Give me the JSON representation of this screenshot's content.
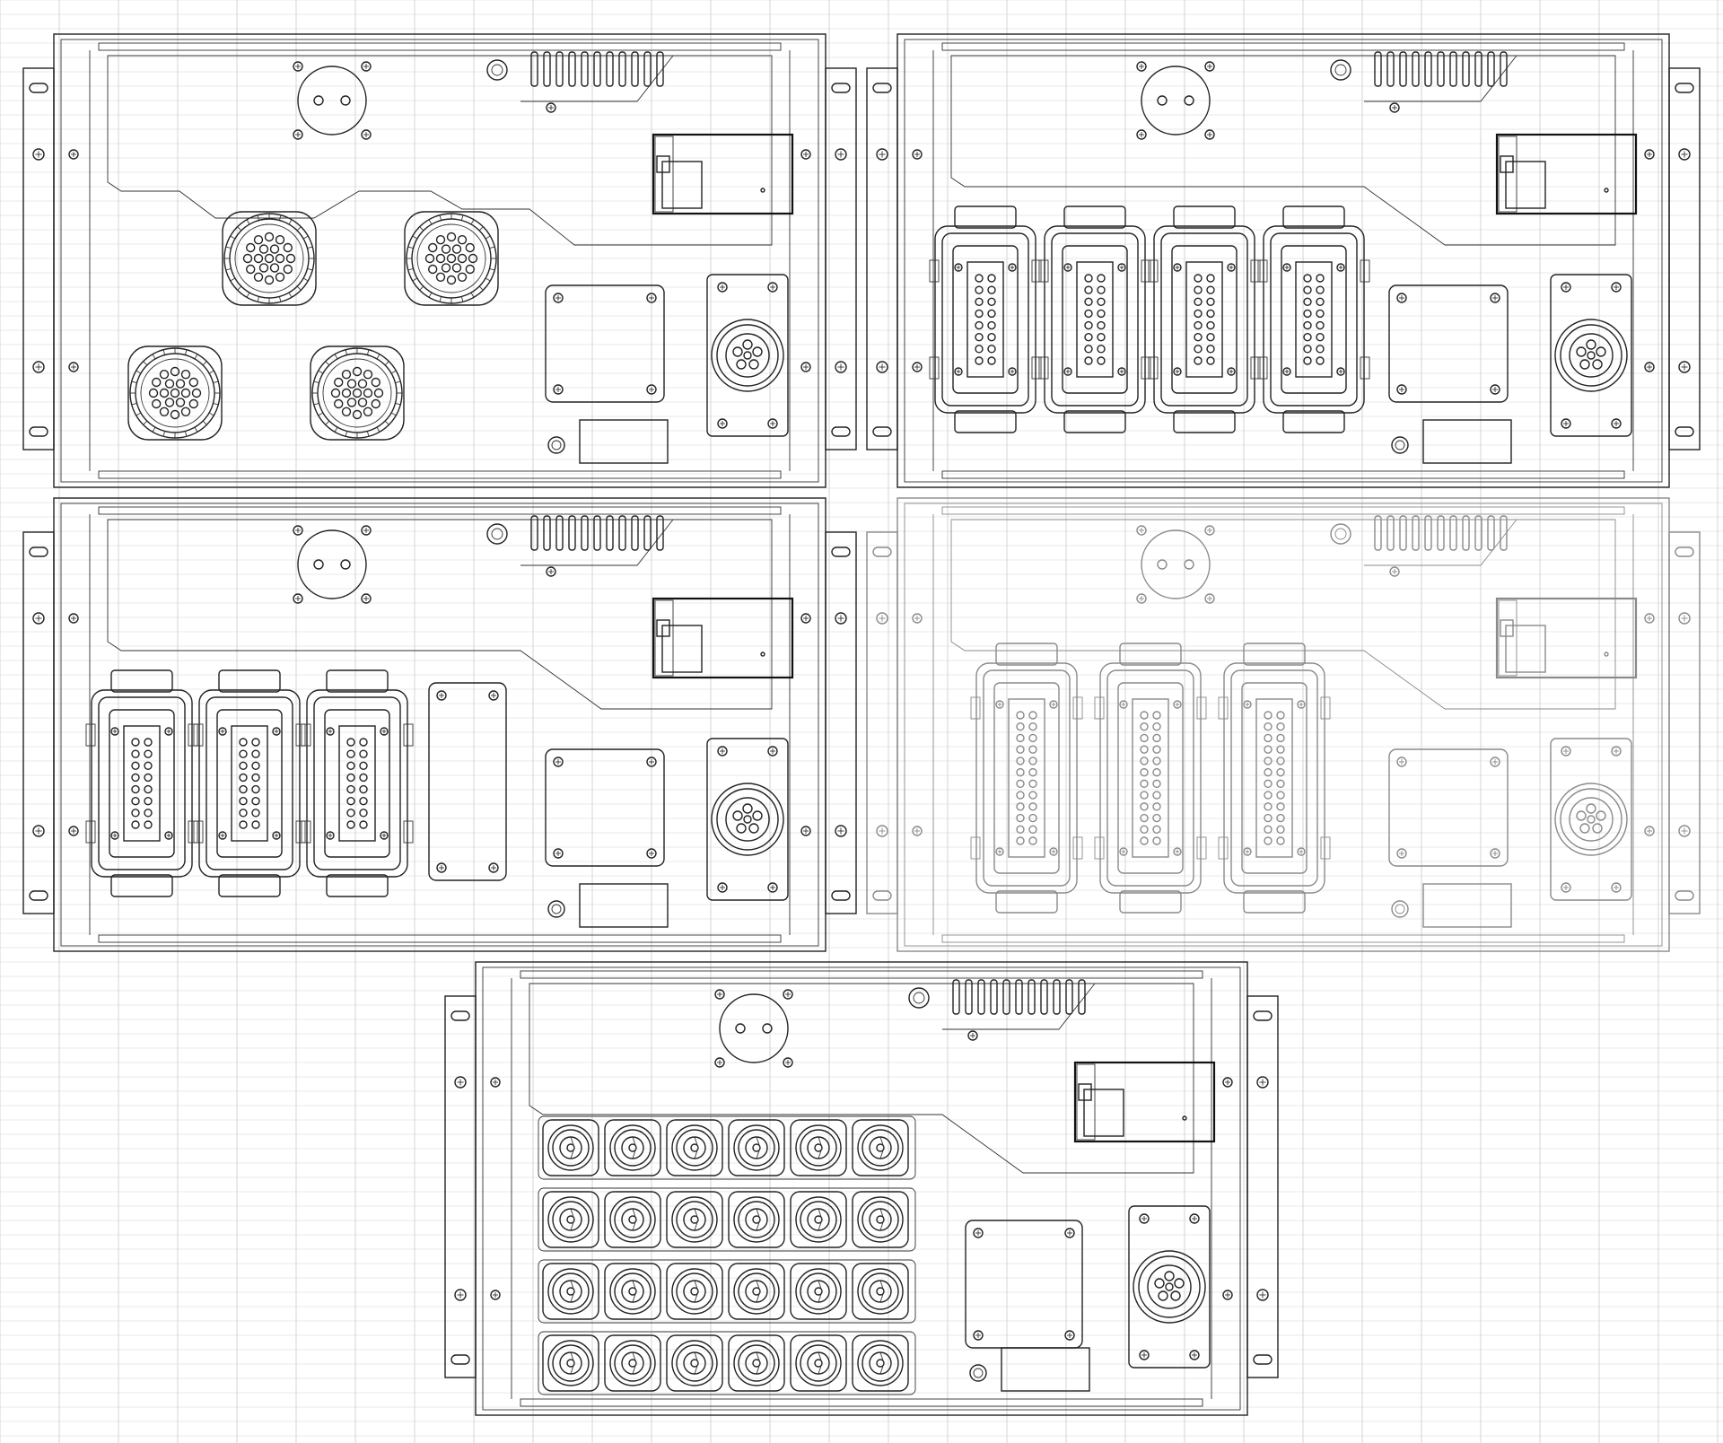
{
  "colors": {
    "background": "#ffffff",
    "grid": "#d4d4d4",
    "line": "#222222",
    "faded_line": "#8a8a8a"
  },
  "panels": [
    {
      "id": "panel-1",
      "connector_type": "circular-multipin",
      "connector_count": 4,
      "faded": false
    },
    {
      "id": "panel-2",
      "connector_type": "rectangular-heavy-duty",
      "connector_count": 4,
      "faded": false
    },
    {
      "id": "panel-3",
      "connector_type": "rectangular-heavy-duty",
      "connector_count": 3,
      "faded": false
    },
    {
      "id": "panel-4",
      "connector_type": "rectangular-heavy-duty-long",
      "connector_count": 3,
      "faded": true
    },
    {
      "id": "panel-5",
      "connector_type": "round-speaker-socket",
      "connector_count": 24,
      "faded": false
    }
  ],
  "icons": [
    "schuko-socket-icon",
    "vent-slots-icon",
    "breaker-icon",
    "powercon-icon",
    "blank-plate-icon",
    "label-plate-icon",
    "led-icon",
    "screw-icon",
    "rack-mount-slot-icon"
  ]
}
